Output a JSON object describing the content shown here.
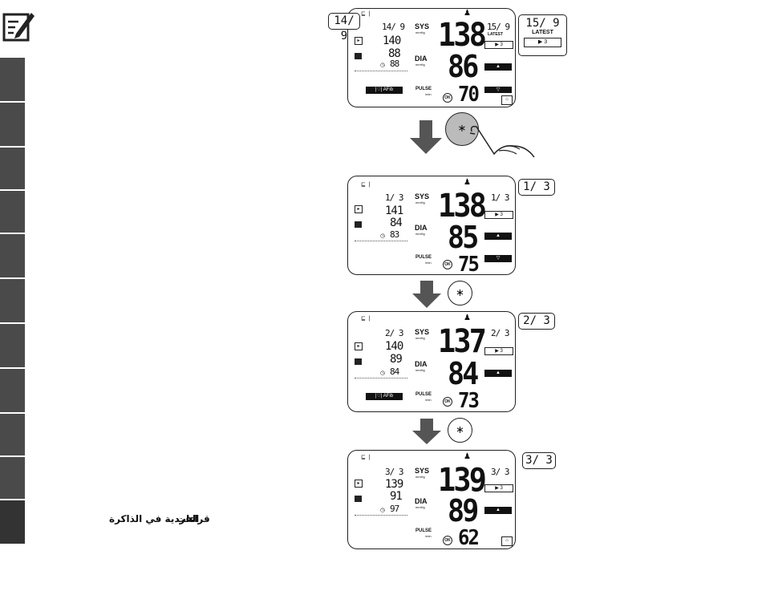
{
  "note_icon": "note-edit-icon",
  "footer": {
    "word1": "قراءات",
    "word2": "الفردية في الذاكرة"
  },
  "panels": [
    {
      "date_left": "14/ 9",
      "date_right": "15/ 9",
      "latest": "LATEST",
      "mem_sys": "140",
      "mem_dia": "88",
      "mem_pulse": "88",
      "sys": "138",
      "dia": "86",
      "pulse": "70",
      "afib": "AFib",
      "labels": {
        "sys": "SYS",
        "dia": "DIA",
        "pulse": "PULSE",
        "unit": "mmHg",
        "pmin": "/min"
      },
      "callout_left": "14/ 9",
      "callout_right": "15/ 9",
      "callout_latest": "LATEST",
      "callout_btn": "▶ 3"
    },
    {
      "date_left": "1/ 3",
      "date_right": "1/ 3",
      "mem_sys": "141",
      "mem_dia": "84",
      "mem_pulse": "83",
      "sys": "138",
      "dia": "85",
      "pulse": "75",
      "callout": "1/ 3"
    },
    {
      "date_left": "2/ 3",
      "date_right": "2/ 3",
      "mem_sys": "140",
      "mem_dia": "89",
      "mem_pulse": "84",
      "sys": "137",
      "dia": "84",
      "pulse": "73",
      "afib": "AFib",
      "callout": "2/ 3"
    },
    {
      "date_left": "3/ 3",
      "date_right": "3/ 3",
      "mem_sys": "139",
      "mem_dia": "91",
      "mem_pulse": "97",
      "sys": "139",
      "dia": "89",
      "pulse": "62",
      "callout": "3/ 3"
    }
  ],
  "button_label": "▶ 3",
  "bluetooth_icon": "bluetooth-icon"
}
